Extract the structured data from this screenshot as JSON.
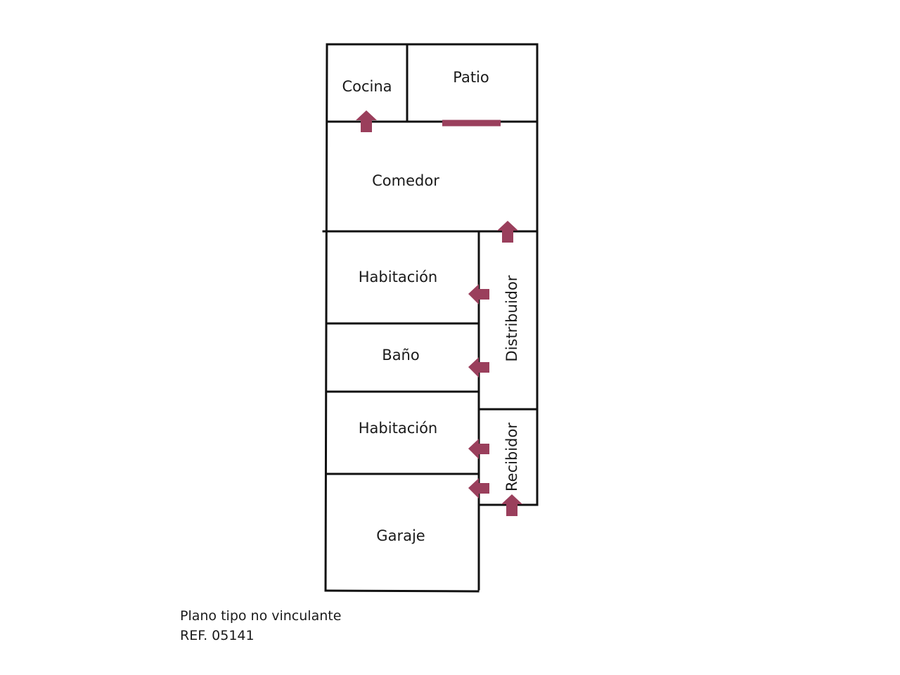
{
  "rooms": {
    "cocina": "Cocina",
    "patio": "Patio",
    "comedor": "Comedor",
    "habitacion_1": "Habitación",
    "bano": "Baño",
    "habitacion_2": "Habitación",
    "garaje": "Garaje",
    "distribuidor": "Distribuidor",
    "recibidor": "Recibidor"
  },
  "footer": {
    "note": "Plano tipo no vinculante",
    "reference": "REF. 05141"
  },
  "colors": {
    "walls": "#111111",
    "accent": "#9a3f5c",
    "text": "#1a1a1a"
  }
}
